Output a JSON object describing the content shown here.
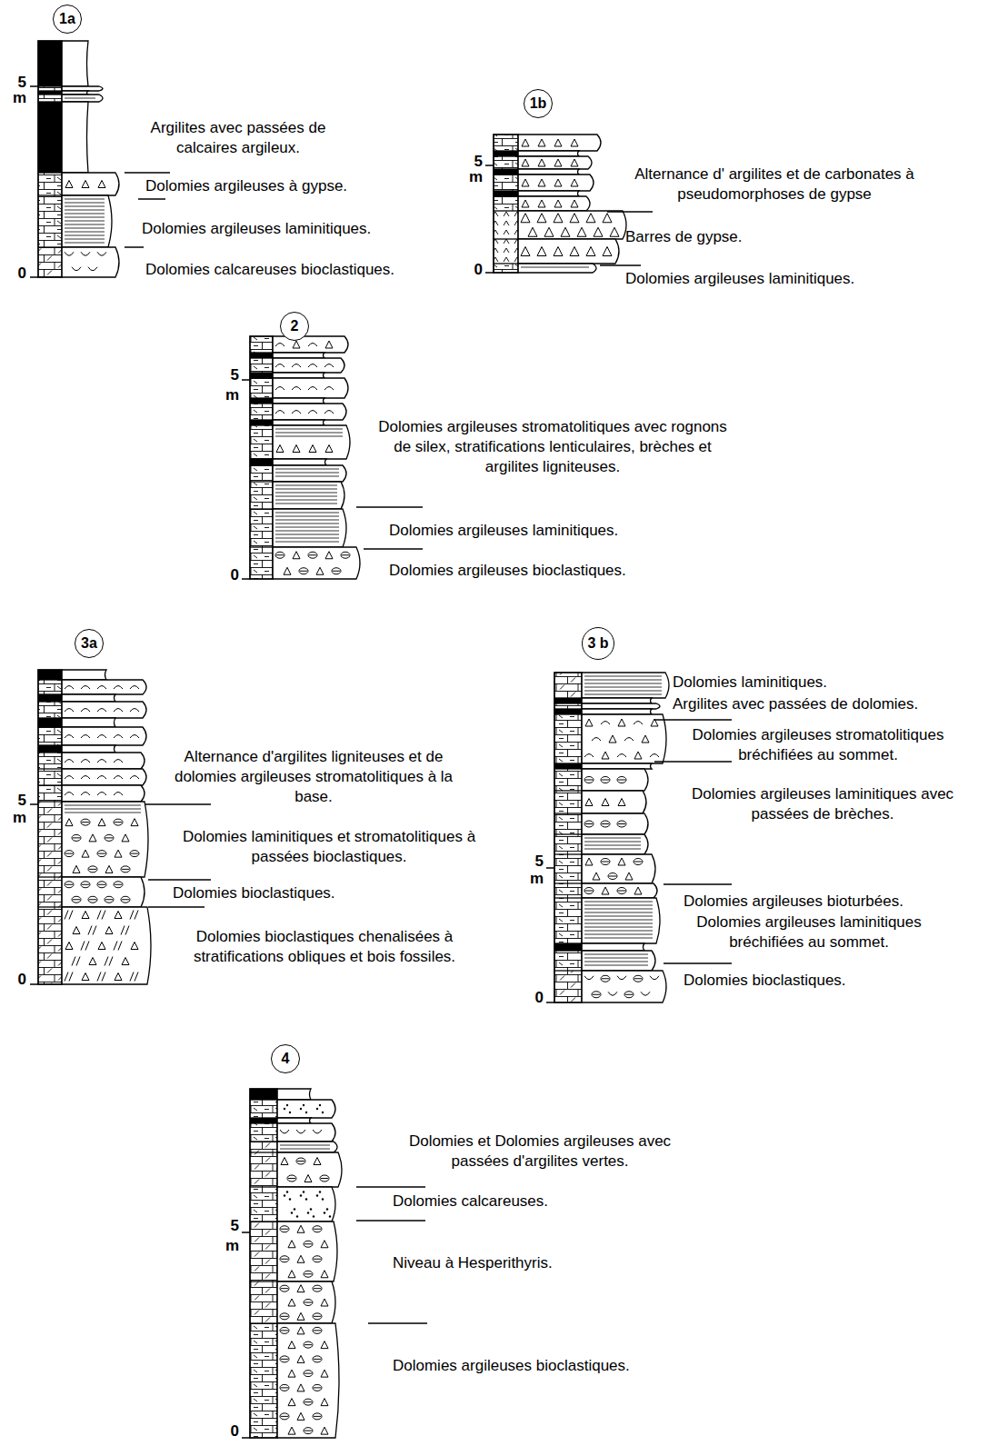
{
  "diagram": {
    "nodes": [
      {
        "text": [
          "1a"
        ]
      },
      {
        "text": [
          "1b"
        ]
      },
      {
        "text": [
          "2"
        ]
      },
      {
        "text": [
          "3a"
        ]
      },
      {
        "text": [
          "3 b"
        ]
      },
      {
        "text": [
          "4"
        ]
      }
    ],
    "labels": [
      "5",
      "m",
      "0",
      "Argilites avec passées de calcaires argileux.",
      "Dolomies argileuses à gypse.",
      "Dolomies argileuses laminitiques.",
      "Dolomies calcareuses bioclastiques.",
      "5",
      "m",
      "0",
      "Alternance d' argilites et de carbonates à pseudomorphoses de gypse",
      "Barres de gypse.",
      "Dolomies argileuses laminitiques.",
      "5",
      "m",
      "0",
      "Dolomies argileuses stromatolitiques avec rognons de silex, stratifications lenticulaires, brèches et argilites ligniteuses.",
      "Dolomies argileuses laminitiques.",
      "Dolomies argileuses bioclastiques.",
      "5",
      "m",
      "0",
      "Alternance d'argilites ligniteuses et de dolomies argileuses stromatolitiques à la base.",
      "Dolomies laminitiques et stromatolitiques à passées bioclastiques.",
      "Dolomies bioclastiques.",
      "Dolomies bioclastiques chenalisées à stratifications obliques et bois fossiles.",
      "Dolomies laminitiques.",
      "Argilites avec passées de dolomies.",
      "Dolomies argileuses stromatolitiques bréchifiées au sommet.",
      "Dolomies argileuses laminitiques avec passées de brèches.",
      "5",
      "m",
      "Dolomies argileuses bioturbées.",
      "Dolomies argileuses laminitiques bréchifiées au sommet.",
      "Dolomies bioclastiques.",
      "0",
      "Dolomies et Dolomies argileuses avec passées d'argilites vertes.",
      "Dolomies calcareuses.",
      "5",
      "m",
      "Niveau à Hesperithyris.",
      "Dolomies argileuses bioclastiques.",
      "0"
    ]
  }
}
